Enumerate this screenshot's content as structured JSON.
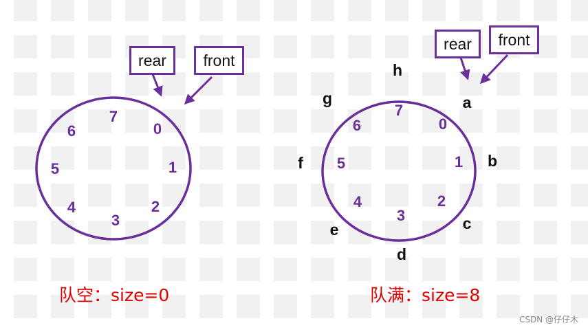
{
  "colors": {
    "ring": "#6a2f9a",
    "slot_label": "#6a2f9a",
    "element_label": "#111111",
    "caption": "#e00000"
  },
  "empty_queue": {
    "slot_indices": [
      "0",
      "1",
      "2",
      "3",
      "4",
      "5",
      "6",
      "7"
    ],
    "pointer_labels": {
      "rear": "rear",
      "front": "front"
    },
    "caption": "队空：size=0"
  },
  "full_queue": {
    "slot_indices": [
      "0",
      "1",
      "2",
      "3",
      "4",
      "5",
      "6",
      "7"
    ],
    "elements": [
      "a",
      "b",
      "c",
      "d",
      "e",
      "f",
      "g",
      "h"
    ],
    "pointer_labels": {
      "rear": "rear",
      "front": "front"
    },
    "caption": "队满：size=8"
  },
  "watermark": "CSDN @仔仔木"
}
